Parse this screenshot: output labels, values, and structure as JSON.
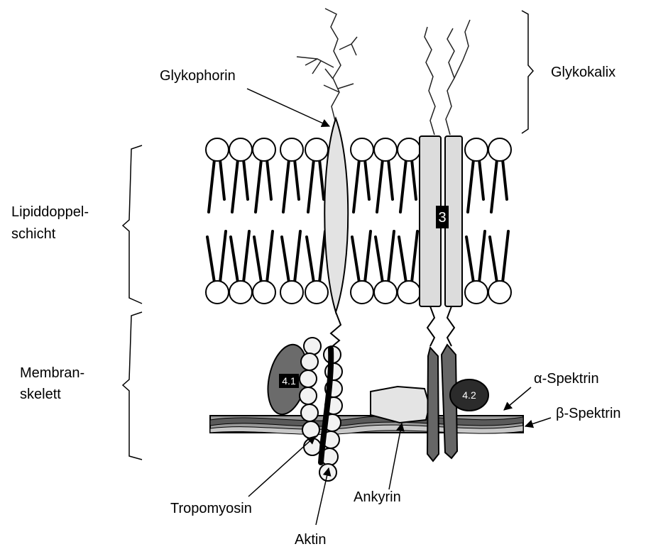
{
  "labels": {
    "glykophorin": "Glykophorin",
    "glykokalix": "Glykokalix",
    "lipid_line1": "Lipiddoppel-",
    "lipid_line2": "schicht",
    "membran_line1": "Membran-",
    "membran_line2": "skelett",
    "alpha_spektrin": "α-Spektrin",
    "beta_spektrin": "β-Spektrin",
    "tropomyosin": "Tropomyosin",
    "ankyrin": "Ankyrin",
    "aktin": "Aktin",
    "band3": "3",
    "protein41": "4.1",
    "protein42": "4.2"
  },
  "colors": {
    "glykophorin_fill": "#e3e3e3",
    "band3_fill": "#dcdcdc",
    "protein41_fill": "#6b6b6b",
    "protein42_fill": "#2b2b2b",
    "spektrin_dark": "#5a5a5a",
    "spektrin_light": "#bdbdbd",
    "ankyrin_fill": "#e4e4e4",
    "band3_anchor_fill": "#666666"
  }
}
